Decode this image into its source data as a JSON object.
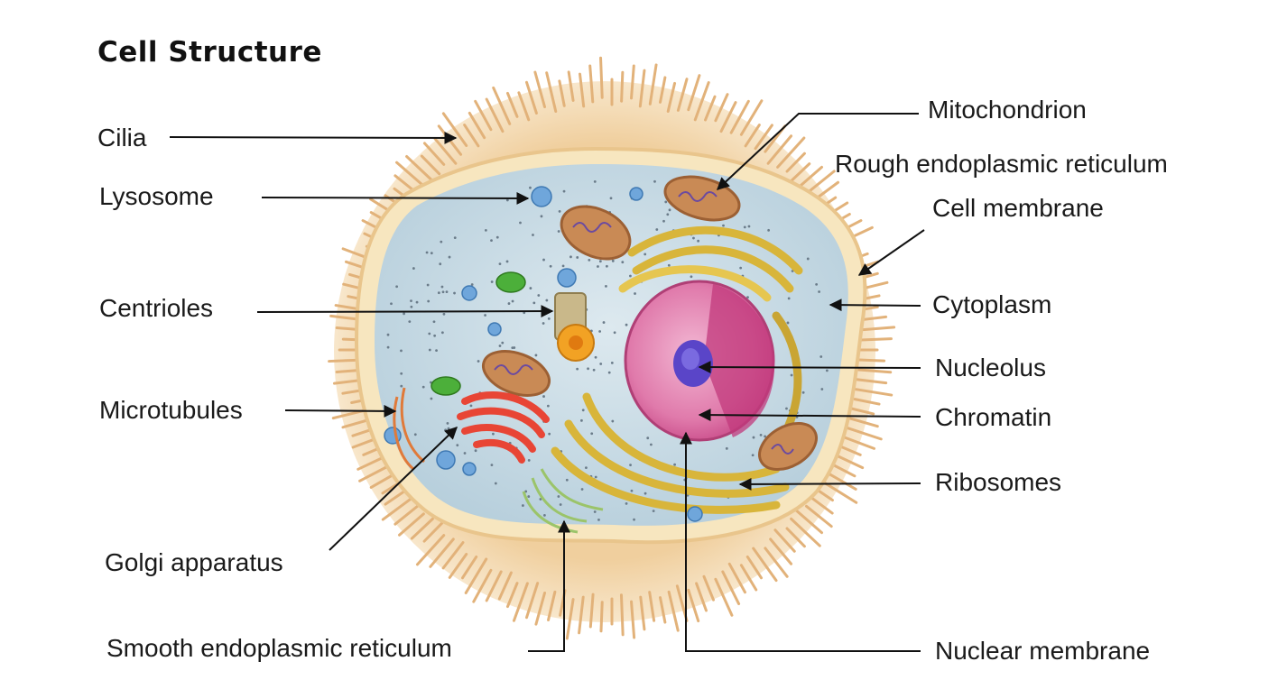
{
  "title": "Cell Structure",
  "labels": {
    "cilia": "Cilia",
    "lysosome": "Lysosome",
    "centrioles": "Centrioles",
    "microtubules": "Microtubules",
    "golgi": "Golgi apparatus",
    "smooth_er": "Smooth endoplasmic reticulum",
    "mitochondrion": "Mitochondrion",
    "rough_er": "Rough endoplasmic reticulum",
    "cell_membrane": "Cell membrane",
    "cytoplasm": "Cytoplasm",
    "nucleolus": "Nucleolus",
    "chromatin": "Chromatin",
    "ribosomes": "Ribosomes",
    "nuclear_membrane": "Nuclear membrane"
  },
  "colors": {
    "cilia": "#e9c08e",
    "membrane": "#f6e3b8",
    "cytoplasm": "#c9dde8",
    "nucleus": "#d9609a",
    "nucleolus": "#5a45c8",
    "golgi": "#e84535",
    "mitochondria": "#c98a55",
    "rough_er": "#d8b53a",
    "lysosome": "#6fa6db",
    "vesicle_green": "#4caf3a"
  }
}
